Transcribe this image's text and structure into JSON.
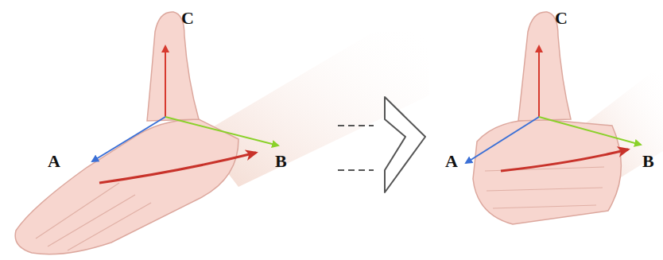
{
  "diagram": {
    "labels": [
      "C",
      "A",
      "B",
      "C",
      "A",
      "B"
    ]
  }
}
